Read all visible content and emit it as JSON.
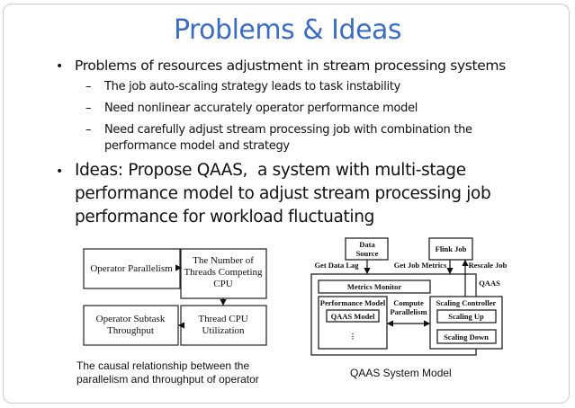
{
  "slide": {
    "title": "Problems & Ideas",
    "bullets": [
      {
        "text": "Problems of resources adjustment in stream processing systems",
        "sub": [
          "The job auto-scaling strategy leads to task instability",
          "Need nonlinear accurately operator performance model",
          "Need carefully adjust stream processing job with combination the",
          "performance model and strategy"
        ]
      },
      {
        "lines": [
          "Ideas: Propose QAAS,  a system with multi-stage",
          "performance model to adjust stream processing job",
          "performance for workload fluctuating"
        ]
      }
    ],
    "bullet_glyph": "•",
    "dash_glyph": "–"
  },
  "causal_diagram": {
    "boxes": {
      "operator_parallelism": "Operator Parallelism",
      "threads_competing_1": "The Number of",
      "threads_competing_2": "Threads Competing",
      "threads_competing_3": "CPU",
      "subtask_throughput_1": "Operator Subtask",
      "subtask_throughput_2": "Throughput",
      "thread_cpu_1": "Thread CPU",
      "thread_cpu_2": "Utilization"
    },
    "caption_1": "The causal relationship between the",
    "caption_2": "parallelism and throughput of operator"
  },
  "qaas_diagram": {
    "data_source_1": "Data",
    "data_source_2": "Source",
    "flink_job": "Flink Job",
    "get_data_lag": "Get Data Lag",
    "get_job_metrics": "Get Job Metrics",
    "rescale_job": "Rescale Job",
    "qaas_label": "QAAS",
    "metrics_monitor": "Metrics Monitor",
    "performance_model": "Performance Model",
    "qaas_model": "QAAS Model",
    "ellipsis": "⋮",
    "compute_1": "Compute",
    "compute_2": "Parallelism",
    "scaling_controller": "Scaling Controller",
    "scaling_up": "Scaling Up",
    "scaling_down": "Scaling Down",
    "caption": "QAAS System Model"
  }
}
